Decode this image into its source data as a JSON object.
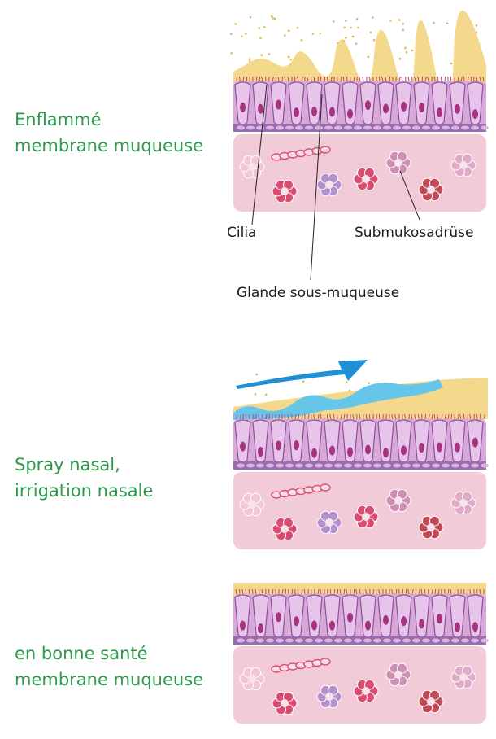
{
  "panels": [
    {
      "id": "inflamed",
      "caption_lines": [
        "Enflammé",
        "membrane muqueuse"
      ],
      "labels": {
        "cilia": "Cilia",
        "submucosal_gland_de": "Submukosadrüse",
        "submucosal_gland_fr": "Glande sous-muqueuse"
      }
    },
    {
      "id": "nasal-spray",
      "caption_lines": [
        "Spray nasal,",
        "irrigation nasale"
      ]
    },
    {
      "id": "healthy",
      "caption_lines": [
        "en bonne santé",
        "membrane muqueuse"
      ]
    }
  ],
  "colors": {
    "caption_text": "#2e9a4e",
    "mucus": "#f4d98c",
    "epithelium": "#d8a8d8",
    "cell_outline": "#8e4f9a",
    "basal_layer": "#9b6bb0",
    "tissue": "#f1cbd8",
    "gland": "#d94d70",
    "rinse": "#66c6ea",
    "arrow": "#1f8fd6"
  }
}
